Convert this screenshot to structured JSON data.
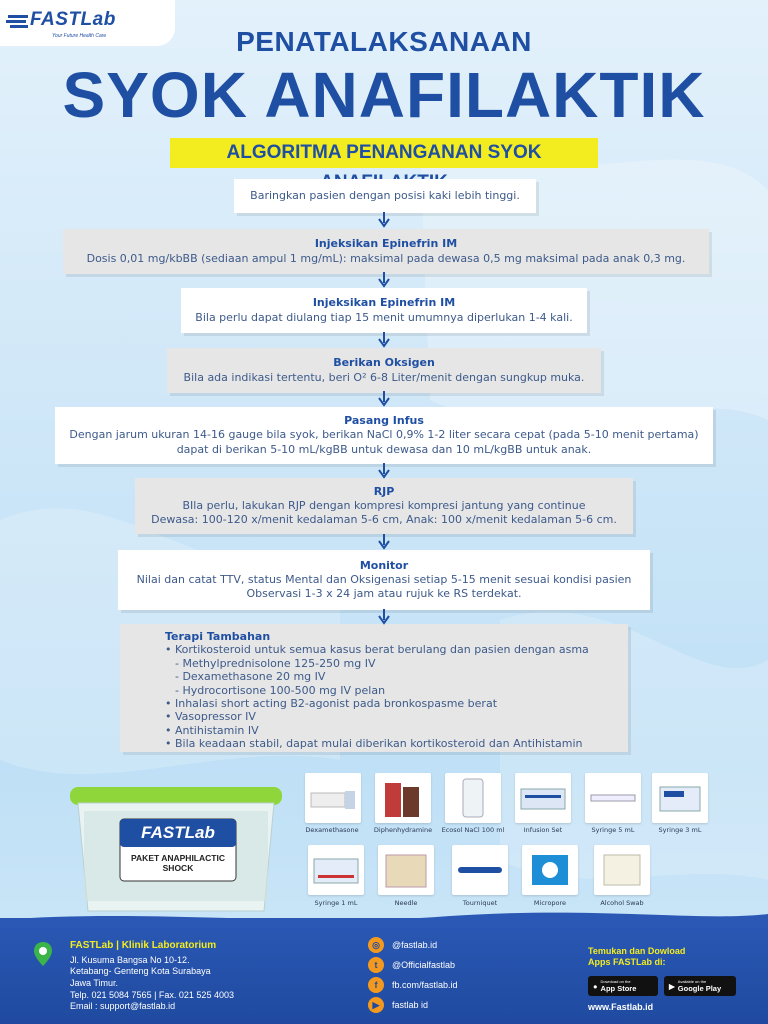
{
  "header": {
    "logo_text": "FASTLab",
    "logo_tagline": "Your Future Health Care",
    "title_line1": "PENATALAKSANAAN",
    "title_line2": "SYOK ANAFILAKTIK",
    "banner": "ALGORITMA PENANGANAN SYOK ANAFILAKTIK"
  },
  "colors": {
    "brand_blue": "#1f4fa3",
    "banner_yellow": "#f3ec1f",
    "box_gray": "#e6e6e6"
  },
  "steps": [
    {
      "heading": "",
      "lines": [
        "Baringkan pasien dengan posisi kaki lebih tinggi."
      ]
    },
    {
      "heading": "Injeksikan Epinefrin IM",
      "lines": [
        "Dosis 0,01 mg/kbBB (sediaan ampul 1 mg/mL): maksimal pada dewasa 0,5 mg maksimal pada anak 0,3 mg."
      ]
    },
    {
      "heading": "Injeksikan Epinefrin IM",
      "lines": [
        "Bila perlu dapat diulang tiap 15 menit umumnya diperlukan 1-4 kali."
      ]
    },
    {
      "heading": "Berikan Oksigen",
      "lines": [
        "Bila ada indikasi tertentu, beri O² 6-8 Liter/menit dengan sungkup muka."
      ]
    },
    {
      "heading": "Pasang Infus",
      "lines": [
        "Dengan jarum ukuran 14-16 gauge bila syok, berikan NaCl 0,9% 1-2 liter secara cepat (pada 5-10 menit pertama)",
        "dapat di berikan 5-10 mL/kgBB untuk dewasa dan 10 mL/kgBB untuk anak."
      ]
    },
    {
      "heading": "RJP",
      "lines": [
        "BIla perlu, lakukan RJP dengan kompresi kompresi jantung yang continue",
        "Dewasa: 100-120 x/menit kedalaman 5-6 cm, Anak: 100 x/menit kedalaman 5-6 cm."
      ]
    },
    {
      "heading": "Monitor",
      "lines": [
        "Nilai dan catat TTV, status Mental dan Oksigenasi setiap 5-15 menit sesuai kondisi pasien",
        "Observasi 1-3 x 24 jam atau rujuk ke RS terdekat."
      ]
    }
  ],
  "terapi": {
    "heading": "Terapi Tambahan",
    "items": [
      "• Kortikosteroid untuk semua kasus berat berulang dan pasien dengan asma",
      "- Methylprednisolone 125-250 mg IV",
      "- Dexamethasone 20 mg IV",
      "- Hydrocortisone 100-500 mg IV pelan",
      "• Inhalasi short acting B2-agonist pada bronkospasme berat",
      "• Vasopressor IV",
      "• Antihistamin IV",
      "• Bila keadaan stabil, dapat mulai diberikan kortikosteroid dan Antihistamin"
    ]
  },
  "kit": {
    "brand": "FASTLab",
    "label": "PAKET ANAPHILACTIC SHOCK"
  },
  "products": {
    "row1": [
      "Dexamethasone",
      "Diphenhydramine",
      "Ecosol NaCl 100 ml",
      "Infusion Set",
      "Syringe 5 mL",
      "Syringe 3 mL"
    ],
    "row2": [
      "Syringe 1 mL",
      "Needle",
      "Tourniquet",
      "Micropore",
      "Alcohol Swab"
    ]
  },
  "footer": {
    "brand": "FASTLab | Klinik Laboratorium",
    "address": [
      "Jl. Kusuma Bangsa No 10-12.",
      "Ketabang- Genteng Kota Surabaya",
      "Jawa Timur."
    ],
    "phone": "Telp. 021 5084 7565 | Fax. 021 525 4003",
    "email": "Email : support@fastlab.id",
    "social": [
      "@fastlab.id",
      "@Officialfastlab",
      "fb.com/fastlab.id",
      "fastlab id"
    ],
    "apps_title": [
      "Temukan dan Dowload",
      "Apps FASTLab di:"
    ],
    "app_store": {
      "small": "Download on the",
      "name": "App Store"
    },
    "google_play": {
      "small": "Available on the",
      "name": "Google Play"
    },
    "website": "www.Fastlab.id"
  }
}
